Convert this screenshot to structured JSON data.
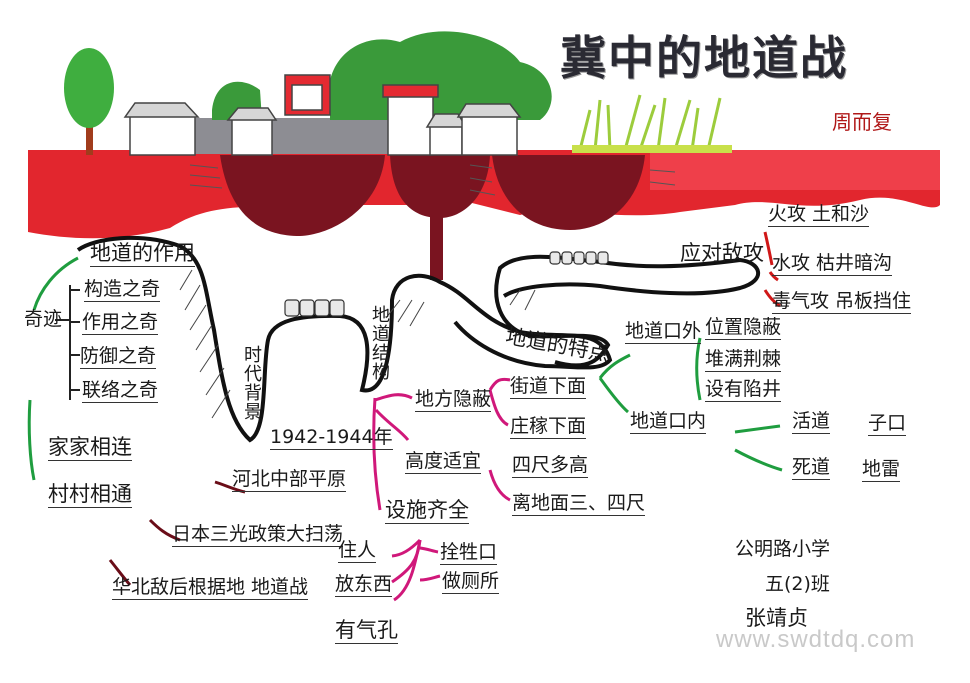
{
  "title": "冀中的地道战",
  "author": "周而复",
  "center_labels": {
    "structure": "地道结构",
    "background": "时代背景"
  },
  "tunnel_function": {
    "label": "地道的作用",
    "miracle": "奇迹",
    "miracle_items": [
      "构造之奇",
      "作用之奇",
      "防御之奇",
      "联络之奇"
    ],
    "connect_1": "家家相连",
    "connect_2": "村村相通"
  },
  "background": {
    "years": "1942-1944年",
    "place": "河北中部平原",
    "event": "日本三光政策大扫荡",
    "base": "华北敌后根据地  地道战"
  },
  "structure": {
    "concealed": "地方隐蔽",
    "concealed_items": [
      "街道下面",
      "庄稼下面"
    ],
    "height": "高度适宜",
    "height_items": [
      "四尺多高",
      "离地面三、四尺"
    ],
    "facilities": "设施齐全",
    "facility_left": [
      "住人",
      "放东西",
      "有气孔"
    ],
    "facility_right": [
      "拴牲口",
      "做厕所"
    ]
  },
  "features": {
    "label": "地道的特点",
    "outside": "地道口外",
    "outside_items": [
      "位置隐蔽",
      "堆满荆棘",
      "设有陷井"
    ],
    "inside": "地道口内",
    "inside_items": [
      "活道",
      "死道"
    ],
    "inside_items_2": [
      "子口",
      "地雷"
    ]
  },
  "response": {
    "label": "应对敌攻",
    "items": [
      "火攻  土和沙",
      "水攻  枯井暗沟",
      "毒气攻  吊板挡住"
    ]
  },
  "school": {
    "school": "公明路小学",
    "class": "五(2)班",
    "student": "张靖贞"
  },
  "watermark": "www.swdtdq.com",
  "colors": {
    "ground": "#e2262e",
    "tunnel": "#7a1420",
    "tree": "#3fae3f",
    "line": "#111111",
    "magenta": "#d0187a",
    "green": "#1f9d3f"
  }
}
